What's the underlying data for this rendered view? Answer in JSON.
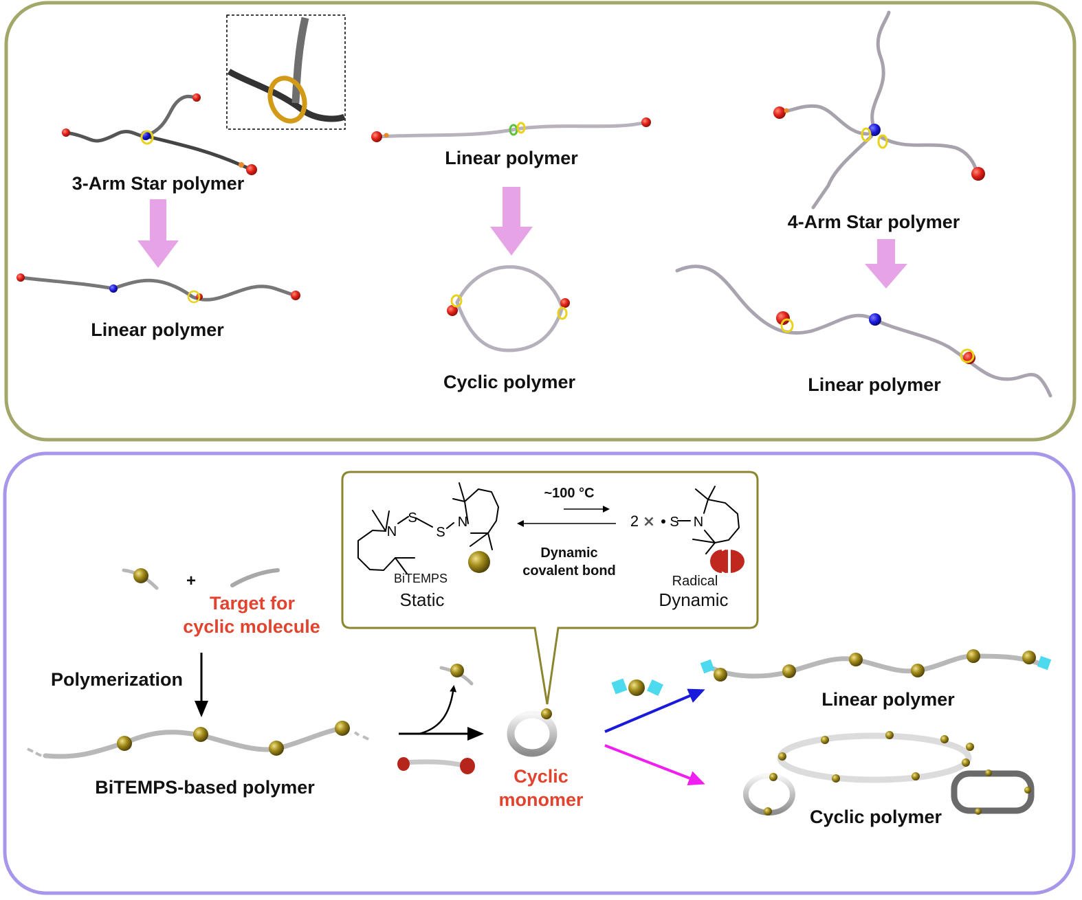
{
  "top_panel": {
    "three_arm_label": "3-Arm Star polymer",
    "three_arm_result": "Linear polymer",
    "linear_label": "Linear polymer",
    "linear_result": "Cyclic polymer",
    "four_arm_label": "4-Arm Star polymer",
    "four_arm_result": "Linear polymer"
  },
  "bottom_panel": {
    "reaction": {
      "temperature": "~100 °C",
      "arrow_caption_line1": "Dynamic",
      "arrow_caption_line2": "covalent bond",
      "left_name": "BiTEMPS",
      "left_state": "Static",
      "right_coefficient": "2",
      "right_name": "Radical",
      "right_state": "Dynamic",
      "atom_N": "N",
      "atom_S": "S"
    },
    "plus_sign": "+",
    "target_line1": "Target for",
    "target_line2": "cyclic  molecule",
    "polymerization_label": "Polymerization",
    "bitemps_polymer_label": "BiTEMPS-based polymer",
    "cyclic_monomer_line1": "Cyclic",
    "cyclic_monomer_line2": "monomer",
    "linear_product_label": "Linear polymer",
    "cyclic_product_label": "Cyclic polymer"
  },
  "colors": {
    "top_border": "#a3a86a",
    "bottom_border": "#a796ea",
    "callout_border": "#8b8530",
    "pink_arrow": "#e6a3e6",
    "blue_arrow": "#1a1adc",
    "magenta_arrow": "#f01ff0",
    "accent_red": "#e2432f",
    "bead_gold": "#8e7b12",
    "end_red": "#e2231a",
    "core_blue": "#1a1adc",
    "cap_cyan": "#4dd9ee"
  }
}
